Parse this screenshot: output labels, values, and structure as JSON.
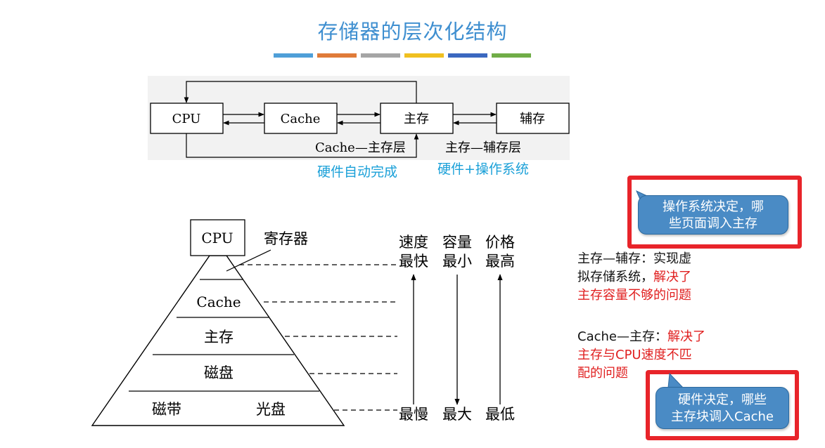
{
  "title": "存储器的层次化结构",
  "accent_colors": [
    "#4f9fd8",
    "#e07b39",
    "#a5a5a5",
    "#f0c020",
    "#3b68c0",
    "#70ad47"
  ],
  "top_diagram": {
    "cpu": "CPU",
    "cache": "Cache",
    "main": "主存",
    "aux": "辅存",
    "layer1_label": "Cache—主存层",
    "layer2_label": "主存—辅存层",
    "layer1_caption": "硬件自动完成",
    "layer2_caption": "硬件+操作系统"
  },
  "pyramid": {
    "cpu": "CPU",
    "register": "寄存器",
    "cache": "Cache",
    "main": "主存",
    "disk": "磁盘",
    "tape": "磁带",
    "optical": "光盘",
    "head_speed": "速度",
    "head_capacity": "容量",
    "head_price": "价格",
    "top_speed": "最快",
    "top_capacity": "最小",
    "top_price": "最高",
    "bottom_speed": "最慢",
    "bottom_capacity": "最大",
    "bottom_price": "最低"
  },
  "bubble1": {
    "line1": "操作系统决定，哪",
    "line2": "些页面调入主存"
  },
  "bubble2": {
    "line1": "硬件决定，哪些",
    "line2": "主存块调入Cache"
  },
  "note1": {
    "line1": "主存—辅存：实现虚",
    "line2a": "拟存储系统，",
    "line2b": "解决了",
    "line3": "主存容量不够的问题"
  },
  "note2": {
    "line1a": "Cache—主存：",
    "line1b": "解决了",
    "line2": "主存与CPU速度不匹",
    "line3": "配的问题"
  }
}
